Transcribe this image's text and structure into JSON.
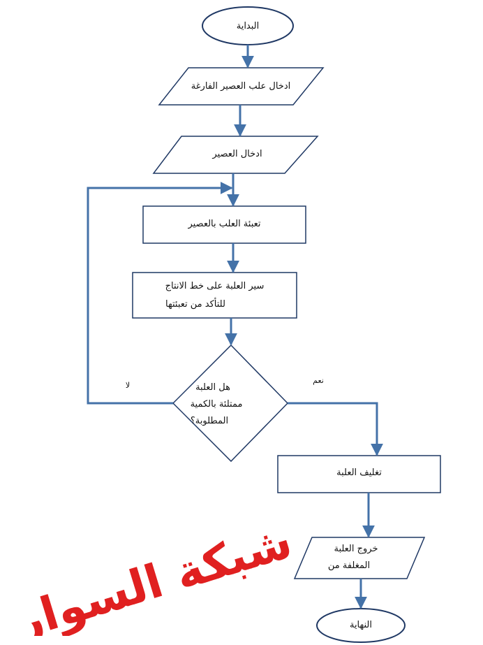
{
  "nodes": {
    "start": "البداية",
    "input_empty_cans": "ادخال علب العصير الفارغة",
    "input_juice": "ادخال العصير",
    "fill_cans": "تعبئة العلب بالعصير",
    "conveyor_line1": "سير العلبة على خط الانتاج",
    "conveyor_line2": "للتأكد من تعبئتها",
    "decision_line1": "هل العلبة",
    "decision_line2": "ممتلئة بالكمية",
    "decision_line3": "المطلوبة؟",
    "wrap_can": "تغليف العلبة",
    "exit_line1": "خروج العلبة",
    "exit_line2": "المغلفة من",
    "end": "النهاية"
  },
  "branches": {
    "no": "لا",
    "yes": "نعم"
  },
  "watermark": "شبكة السوار",
  "colors": {
    "line": "#4472a8",
    "watermark": "#e02020"
  }
}
